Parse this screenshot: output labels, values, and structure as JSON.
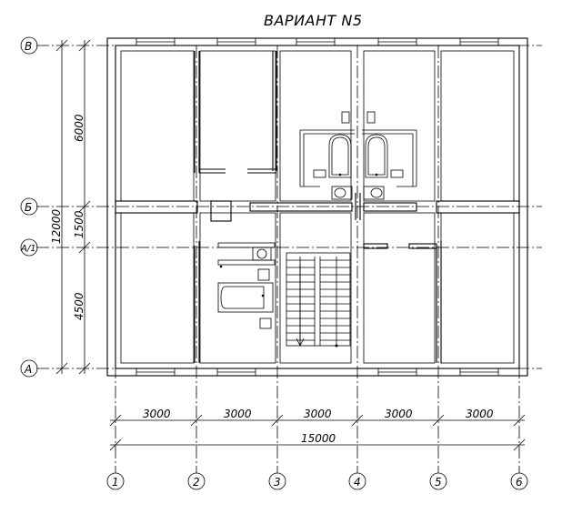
{
  "title": "ВАРИАНТ N5",
  "axes_horizontal": [
    {
      "label": "В"
    },
    {
      "label": "Б"
    },
    {
      "label": "А/1"
    },
    {
      "label": "А"
    }
  ],
  "axes_vertical": [
    {
      "label": "1"
    },
    {
      "label": "2"
    },
    {
      "label": "3"
    },
    {
      "label": "4"
    },
    {
      "label": "5"
    },
    {
      "label": "6"
    }
  ],
  "dimensions_vertical": {
    "overall": "12000",
    "top": "6000",
    "middle": "1500",
    "bottom": "4500"
  },
  "dimensions_horizontal": {
    "spans": [
      "3000",
      "3000",
      "3000",
      "3000",
      "3000"
    ],
    "overall": "15000"
  }
}
